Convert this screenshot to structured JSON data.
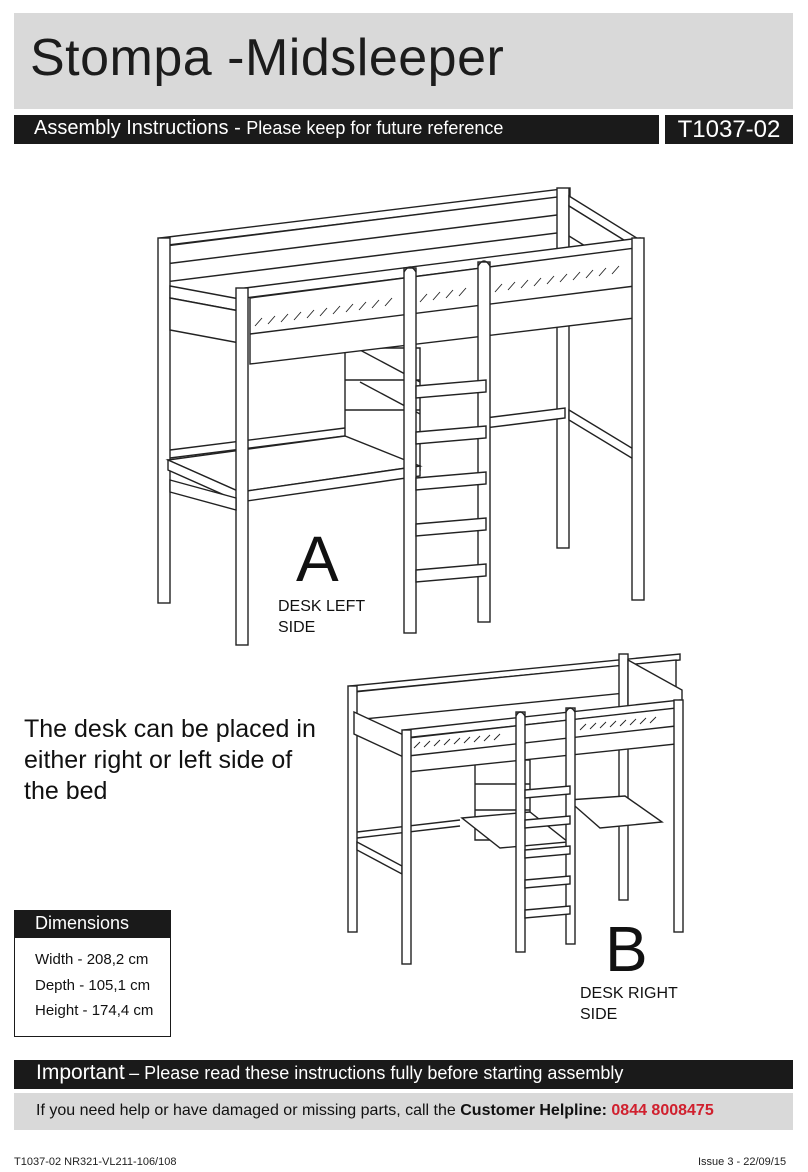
{
  "header": {
    "title": "Stompa -Midsleeper",
    "subtitle_main": "Assembly Instructions -",
    "subtitle_note": "Please keep for future reference",
    "product_code": "T1037-02"
  },
  "variant_a": {
    "letter": "A",
    "label_line1": "DESK LEFT",
    "label_line2": "SIDE"
  },
  "variant_b": {
    "letter": "B",
    "label_line1": "DESK RIGHT",
    "label_line2": "SIDE"
  },
  "note": "The desk can be placed in either right or left side of the bed",
  "dimensions": {
    "heading": "Dimensions",
    "rows": [
      {
        "label": "Width -",
        "value": "208,2 cm"
      },
      {
        "label": "Depth -",
        "value": "105,1 cm"
      },
      {
        "label": "Height -",
        "value": "174,4 cm"
      }
    ]
  },
  "important": {
    "label": "Important",
    "text": "– Please read these instructions fully before starting assembly"
  },
  "helpline": {
    "text": "If you need help or have damaged or missing parts, call the",
    "label": "Customer Helpline:",
    "phone": "0844 8008475"
  },
  "footer": {
    "left": "T1037-02   NR321-VL211-106/108",
    "right": "Issue 3 - 22/09/15"
  },
  "colors": {
    "band_grey": "#d9d9d9",
    "bar_black": "#1a1a1a",
    "phone_red": "#d0202e"
  }
}
